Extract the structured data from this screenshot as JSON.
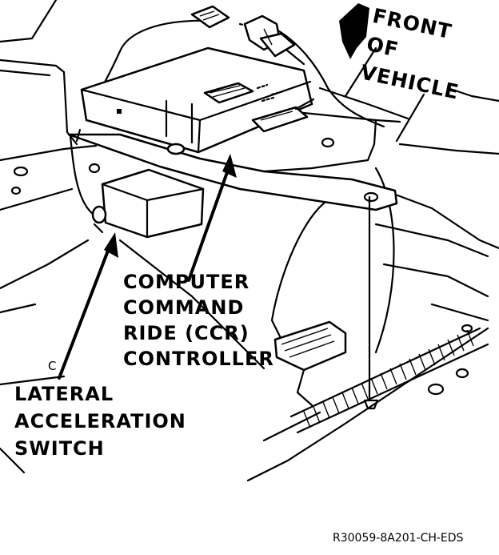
{
  "labels": {
    "front_of_vehicle": "FRONT\nOF\nVEHICLE",
    "ccr_controller": "COMPUTER\nCOMMAND\nRIDE (CCR)\nCONTROLLER",
    "lateral_switch": "LATERAL\nACCELERATION\nSWITCH",
    "reference_code": "R30059-8A201-CH-EDS",
    "c_mark": "C"
  }
}
